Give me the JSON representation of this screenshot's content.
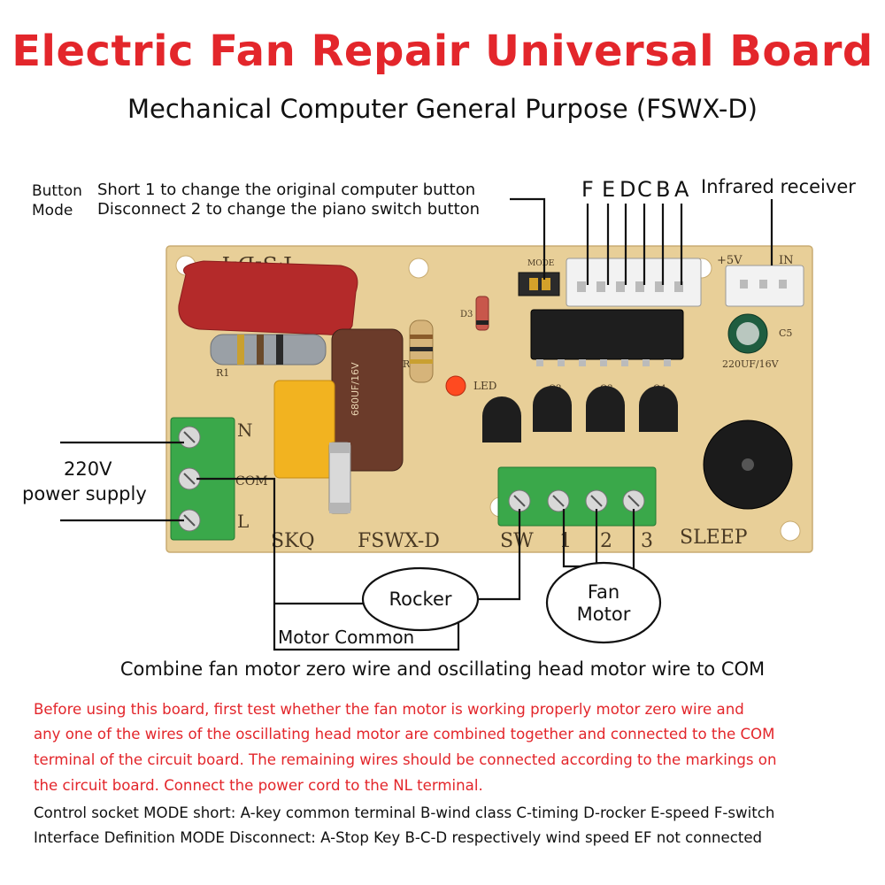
{
  "title": "Electric Fan Repair Universal Board",
  "subtitle": "Mechanical Computer General Purpose (FSWX-D)",
  "button_mode": {
    "label_line1": "Button",
    "label_line2": "Mode",
    "short": "Short 1 to change the original computer button",
    "disconnect": "Disconnect 2 to change the piano switch button"
  },
  "pins": [
    "F",
    "E",
    "D",
    "C",
    "B",
    "A"
  ],
  "infrared_receiver": "Infrared receiver",
  "power_supply": {
    "line1": "220V",
    "line2": "power supply"
  },
  "board": {
    "model_top": "FS-D-I",
    "mode_silk": "MODE",
    "terminal_n": "N",
    "terminal_com": "COM",
    "terminal_l": "L",
    "skq": "SKQ",
    "model": "FSWX-D",
    "sw": "SW",
    "speed1": "1",
    "speed2": "2",
    "speed3": "3",
    "sleep": "SLEEP",
    "cap_label": "220UF/16V",
    "c5": "C5",
    "cap_big": "680UF/16V",
    "led": "LED",
    "r1": "R1",
    "r2": "R2",
    "d3": "D3",
    "plus5v": "+5V",
    "in": "IN",
    "q2": "Q2",
    "q3": "Q3",
    "q4": "Q4"
  },
  "rocker": "Rocker",
  "fan_motor": {
    "line1": "Fan",
    "line2": "Motor"
  },
  "motor_common": "Motor Common",
  "combine_note": "Combine fan motor zero wire and oscillating head motor wire to COM",
  "warning_lines": [
    "Before using this board, first test whether the fan motor is working properly motor zero wire and",
    "any one of the wires of the oscillating head motor are combined together and connected to the COM",
    "terminal of the circuit board. The remaining wires should be connected according to the markings on",
    "the circuit board. Connect the power cord to the NL terminal."
  ],
  "notes": [
    "Control socket MODE short: A-key common terminal B-wind class C-timing D-rocker E-speed F-switch",
    "Interface Definition MODE Disconnect: A-Stop Key B-C-D respectively wind speed EF not connected"
  ],
  "colors": {
    "title": "#e3262b",
    "warning": "#e3262b",
    "pcb": "#e8cf98",
    "terminal_green": "#3aa84a",
    "capacitor_red": "#b42a2a"
  }
}
